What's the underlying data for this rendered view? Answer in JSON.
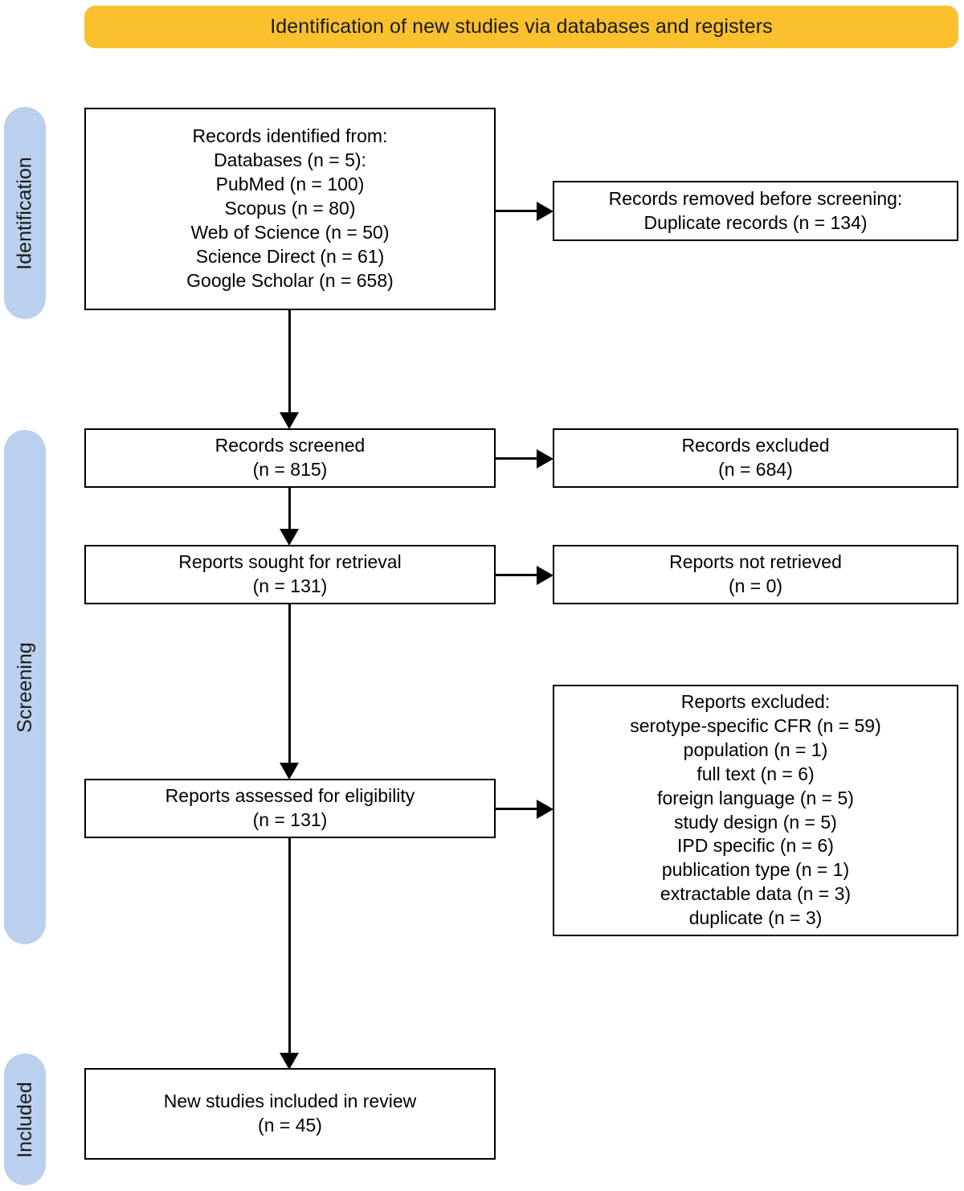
{
  "header": {
    "title": "Identification of new studies via databases and registers",
    "color": "#fbc02d"
  },
  "phases": {
    "tab_color": "#bad0ec",
    "items": [
      {
        "id": "identification",
        "label": "Identification"
      },
      {
        "id": "screening",
        "label": "Screening"
      },
      {
        "id": "included",
        "label": "Included"
      }
    ]
  },
  "boxes": {
    "identified": {
      "lines": [
        "Records identified from:",
        "Databases (n = 5):",
        "PubMed (n = 100)",
        "Scopus (n = 80)",
        "Web of Science (n = 50)",
        "Science Direct (n = 61)",
        "Google Scholar (n = 658)"
      ]
    },
    "removed": {
      "lines": [
        "Records removed before screening:",
        "Duplicate records (n = 134)"
      ]
    },
    "screened": {
      "lines": [
        "Records screened",
        "(n = 815)"
      ]
    },
    "excluded": {
      "lines": [
        "Records excluded",
        "(n = 684)"
      ]
    },
    "sought": {
      "lines": [
        "Reports sought for retrieval",
        "(n = 131)"
      ]
    },
    "not_retrieved": {
      "lines": [
        "Reports not retrieved",
        "(n = 0)"
      ]
    },
    "assessed": {
      "lines": [
        "Reports assessed for eligibility",
        "(n = 131)"
      ]
    },
    "reports_excluded": {
      "lines": [
        "Reports excluded:",
        "serotype-specific CFR (n = 59)",
        "population (n = 1)",
        "full text (n = 6)",
        "foreign language (n = 5)",
        "study design (n = 5)",
        "IPD specific (n = 6)",
        "publication type (n = 1)",
        "extractable data (n = 3)",
        "duplicate (n = 3)"
      ]
    },
    "included": {
      "lines": [
        "New studies included in review",
        "(n = 45)"
      ]
    }
  },
  "chart_data": {
    "type": "diagram",
    "title": "Identification of new studies via databases and registers",
    "nodes": [
      {
        "id": "identified",
        "phase": "Identification",
        "label": "Records identified from",
        "total_databases": 5,
        "sources": [
          {
            "name": "PubMed",
            "n": 100
          },
          {
            "name": "Scopus",
            "n": 80
          },
          {
            "name": "Web of Science",
            "n": 50
          },
          {
            "name": "Science Direct",
            "n": 61
          },
          {
            "name": "Google Scholar",
            "n": 658
          }
        ]
      },
      {
        "id": "removed",
        "phase": "Identification",
        "label": "Records removed before screening: Duplicate records",
        "n": 134
      },
      {
        "id": "screened",
        "phase": "Screening",
        "label": "Records screened",
        "n": 815
      },
      {
        "id": "excluded",
        "phase": "Screening",
        "label": "Records excluded",
        "n": 684
      },
      {
        "id": "sought",
        "phase": "Screening",
        "label": "Reports sought for retrieval",
        "n": 131
      },
      {
        "id": "not_retrieved",
        "phase": "Screening",
        "label": "Reports not retrieved",
        "n": 0
      },
      {
        "id": "assessed",
        "phase": "Screening",
        "label": "Reports assessed for eligibility",
        "n": 131
      },
      {
        "id": "reports_excluded",
        "phase": "Screening",
        "label": "Reports excluded",
        "reasons": [
          {
            "reason": "serotype-specific CFR",
            "n": 59
          },
          {
            "reason": "population",
            "n": 1
          },
          {
            "reason": "full text",
            "n": 6
          },
          {
            "reason": "foreign language",
            "n": 5
          },
          {
            "reason": "study design",
            "n": 5
          },
          {
            "reason": "IPD specific",
            "n": 6
          },
          {
            "reason": "publication type",
            "n": 1
          },
          {
            "reason": "extractable data",
            "n": 3
          },
          {
            "reason": "duplicate",
            "n": 3
          }
        ]
      },
      {
        "id": "included",
        "phase": "Included",
        "label": "New studies included in review",
        "n": 45
      }
    ],
    "edges": [
      {
        "from": "identified",
        "to": "removed"
      },
      {
        "from": "identified",
        "to": "screened"
      },
      {
        "from": "screened",
        "to": "excluded"
      },
      {
        "from": "screened",
        "to": "sought"
      },
      {
        "from": "sought",
        "to": "not_retrieved"
      },
      {
        "from": "sought",
        "to": "assessed"
      },
      {
        "from": "assessed",
        "to": "reports_excluded"
      },
      {
        "from": "assessed",
        "to": "included"
      }
    ]
  }
}
